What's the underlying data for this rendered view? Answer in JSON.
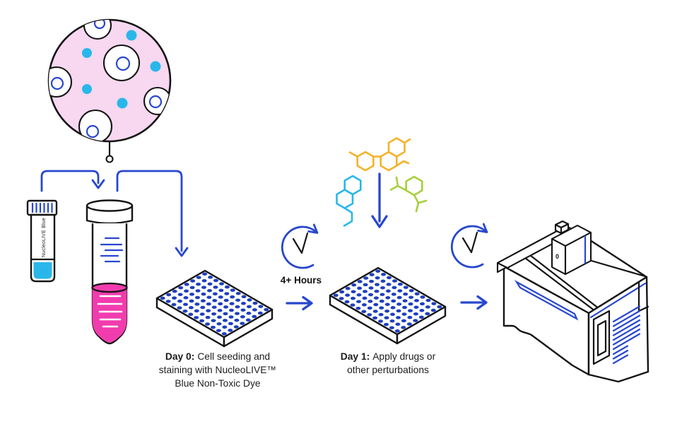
{
  "palette": {
    "blue": "#2847CE",
    "cyan": "#29B7EA",
    "pink": "#F8D7F0",
    "magenta": "#F13CAE",
    "yellow": "#F3B32A",
    "green": "#A7CF3E",
    "well_blue": "#1E3FBF",
    "ink": "#141414"
  },
  "reagent_vial": {
    "label": "NucleoLIVE Blue"
  },
  "incubation": {
    "duration_label": "4+ Hours"
  },
  "step_day0": {
    "prefix": "Day 0:",
    "line1": "Cell seeding and",
    "line2": "staining with NucleoLIVE™",
    "line3": "Blue Non-Toxic Dye"
  },
  "step_day1": {
    "prefix": "Day 1:",
    "line1": "Apply drugs or",
    "line2": "other perturbations"
  },
  "instrument": {
    "camera_mark": "0"
  },
  "plate": {
    "rows": 8,
    "cols": 12
  }
}
